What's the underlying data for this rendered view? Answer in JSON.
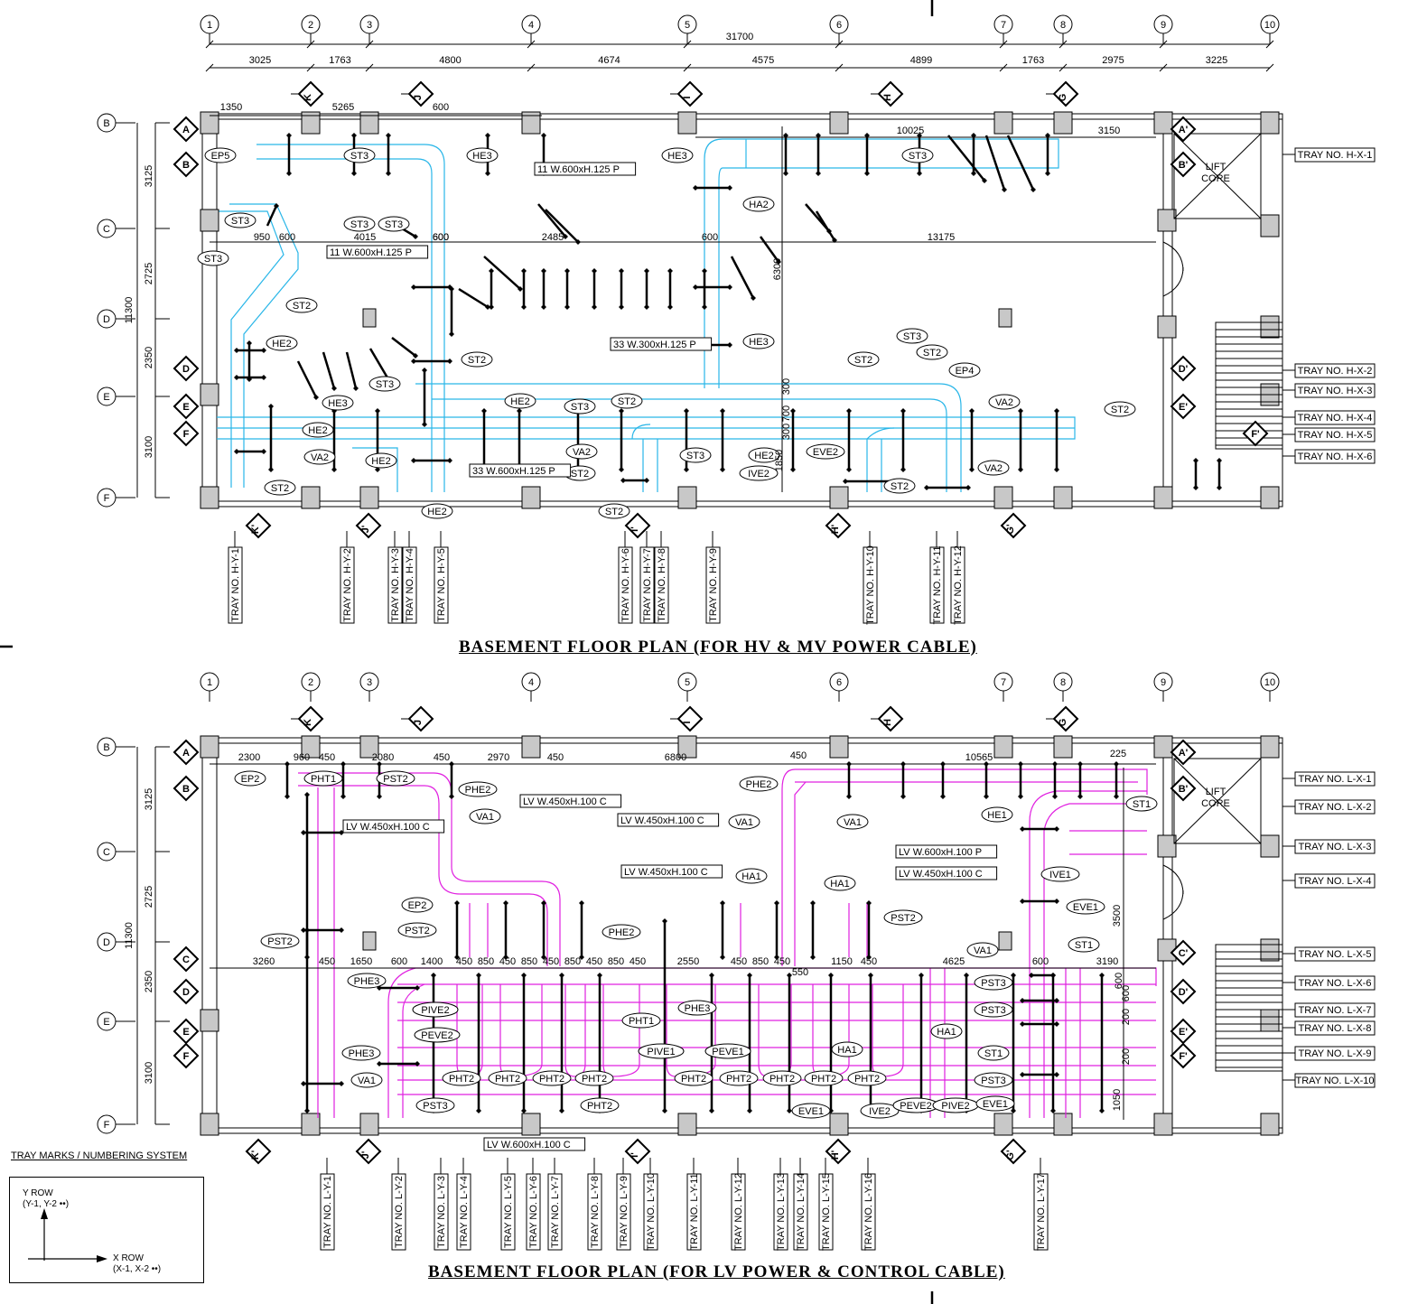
{
  "colors": {
    "hv_tray": "#29b6e8",
    "lv_tray": "#e020e0",
    "line": "#000000",
    "column_fill": "#c8c8c8"
  },
  "grid_columns": [
    "1",
    "2",
    "3",
    "4",
    "5",
    "6",
    "7",
    "8",
    "9",
    "10"
  ],
  "grid_rows": [
    "B",
    "C",
    "D",
    "E",
    "F"
  ],
  "section_marks": [
    "K",
    "J",
    "I",
    "H",
    "G"
  ],
  "hv_plan": {
    "title": "BASEMENT FLOOR PLAN (FOR HV & MV POWER CABLE)",
    "overall_dim": "31700",
    "bay_dims": [
      "3025",
      "1763",
      "4800",
      "4674",
      "4575",
      "4899",
      "1763",
      "2975",
      "3225"
    ],
    "row_dims": [
      "3125",
      "2725",
      "2350",
      "3100"
    ],
    "total_row_dim": "11300",
    "inner_dims": [
      "1350",
      "5265",
      "600",
      "600",
      "10025",
      "3150",
      "4015",
      "600",
      "2485",
      "600",
      "13175",
      "950",
      "600",
      "6300",
      "300",
      "700",
      "300",
      "1850"
    ],
    "row_bubbles_right": [
      "A'",
      "B'",
      "D'",
      "E'",
      "F'"
    ],
    "row_bubbles_left": [
      "A",
      "B",
      "D",
      "E",
      "F"
    ],
    "lift_core": "LIFT CORE",
    "x_trays": [
      "TRAY NO. H-X-1",
      "TRAY NO. H-X-2",
      "TRAY NO. H-X-3",
      "TRAY NO. H-X-4",
      "TRAY NO. H-X-5",
      "TRAY NO. H-X-6"
    ],
    "y_trays": [
      "TRAY NO. H-Y-1",
      "TRAY NO. H-Y-2",
      "TRAY NO. H-Y-3",
      "TRAY NO. H-Y-4",
      "TRAY NO. H-Y-5",
      "TRAY NO. H-Y-6",
      "TRAY NO. H-Y-7",
      "TRAY NO. H-Y-8",
      "TRAY NO. H-Y-9",
      "TRAY NO. H-Y-10",
      "TRAY NO. H-Y-11",
      "TRAY NO. H-Y-12"
    ],
    "tray_specs": [
      "11 W.600xH.125 P",
      "11 W.600xH.125 P",
      "33 W.300xH.125 P",
      "33 W.600xH.125 P"
    ],
    "tags": [
      "EP5",
      "ST3",
      "HE3",
      "ST3",
      "HE3",
      "ST3",
      "ST3",
      "HA2",
      "ST3",
      "ST3",
      "ST2",
      "HE2",
      "ST2",
      "HE3",
      "HE2",
      "ST3",
      "ST3",
      "HE2",
      "VA2",
      "ST2",
      "HE3",
      "ST2",
      "HE2",
      "ST3",
      "ST2",
      "VA2",
      "ST2",
      "ST3",
      "ST2",
      "HE2",
      "ST2",
      "IVE2",
      "EVE2",
      "HE2",
      "ST2",
      "EP4",
      "VA2",
      "ST2",
      "VA2"
    ]
  },
  "lv_plan": {
    "title": "BASEMENT FLOOR PLAN (FOR LV POWER & CONTROL CABLE)",
    "row_dims": [
      "3125",
      "2725",
      "2350",
      "3100"
    ],
    "total_row_dim": "11300",
    "inner_dims": [
      "2300",
      "960",
      "450",
      "2080",
      "450",
      "2970",
      "450",
      "6800",
      "450",
      "10565",
      "225",
      "3260",
      "450",
      "1650",
      "600",
      "1400",
      "450",
      "850",
      "450",
      "850",
      "450",
      "850",
      "450",
      "850",
      "450",
      "2550",
      "450",
      "850",
      "450",
      "1150",
      "450",
      "4625",
      "600",
      "3190",
      "550",
      "3500",
      "600",
      "600",
      "200",
      "200",
      "1050"
    ],
    "row_bubbles_right": [
      "A'",
      "B'",
      "C'",
      "D'",
      "E'",
      "F'"
    ],
    "row_bubbles_left": [
      "A",
      "B",
      "C",
      "D",
      "E",
      "F"
    ],
    "lift_core": "LIFT CORE",
    "x_trays": [
      "TRAY NO. L-X-1",
      "TRAY NO. L-X-2",
      "TRAY NO. L-X-3",
      "TRAY NO. L-X-4",
      "TRAY NO. L-X-5",
      "TRAY NO. L-X-6",
      "TRAY NO. L-X-7",
      "TRAY NO. L-X-8",
      "TRAY NO. L-X-9",
      "TRAY NO. L-X-10"
    ],
    "y_trays": [
      "TRAY NO. L-Y-1",
      "TRAY NO. L-Y-2",
      "TRAY NO. L-Y-3",
      "TRAY NO. L-Y-4",
      "TRAY NO. L-Y-5",
      "TRAY NO. L-Y-6",
      "TRAY NO. L-Y-7",
      "TRAY NO. L-Y-8",
      "TRAY NO. L-Y-9",
      "TRAY NO. L-Y-10",
      "TRAY NO. L-Y-11",
      "TRAY NO. L-Y-12",
      "TRAY NO. L-Y-13",
      "TRAY NO. L-Y-14",
      "TRAY NO. L-Y-15",
      "TRAY NO. L-Y-16",
      "TRAY NO. L-Y-17"
    ],
    "tray_specs": [
      "LV W.450xH.100 C",
      "LV W.450xH.100 C",
      "LV W.450xH.100 C",
      "LV W.450xH.100 C",
      "LV W.600xH.100 P",
      "LV W.450xH.100 C",
      "LV W.600xH.100 C"
    ],
    "tags": [
      "EP2",
      "PHT1",
      "PST2",
      "PHE2",
      "VA1",
      "PHE2",
      "VA1",
      "VA1",
      "HE1",
      "ST1",
      "HA1",
      "HA1",
      "IVE1",
      "EP2",
      "EVE1",
      "PST2",
      "PST2",
      "PHE2",
      "PST2",
      "ST1",
      "VA1",
      "PHE3",
      "PIVE2",
      "PST3",
      "PHE3",
      "PHT1",
      "PEVE2",
      "PST3",
      "HA1",
      "PHE3",
      "VA1",
      "PIVE1",
      "PEVE1",
      "HA1",
      "ST1",
      "PHT2",
      "PHT2",
      "PHT2",
      "PHT2",
      "PHT2",
      "PHT2",
      "PHT2",
      "PHT2",
      "PHT2",
      "PST3",
      "PST3",
      "PHT2",
      "EVE1",
      "IVE2",
      "PEVE2",
      "PIVE2",
      "EVE1"
    ]
  },
  "legend": {
    "title": "TRAY MARKS / NUMBERING SYSTEM",
    "y_row": "Y ROW",
    "y_row_sub": "(Y-1, Y-2 ••)",
    "x_row": "X ROW",
    "x_row_sub": "(X-1, X-2 ••)"
  }
}
